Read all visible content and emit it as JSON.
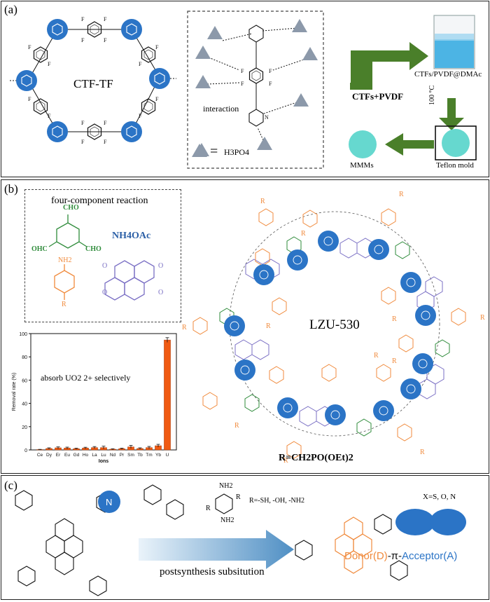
{
  "panels": {
    "a": {
      "label": "(a)",
      "ring_name": "CTF-TF",
      "interaction_label": "interaction",
      "legend_eq": "=",
      "legend_species": "H3PO4",
      "arrow1_label": "CTFs+PVDF",
      "beaker_label": "CTFs/PVDF@DMAc",
      "temp_label": "100 °C",
      "mold_label": "Teflon mold",
      "product_label": "MMMs"
    },
    "b": {
      "label": "(b)",
      "box_title": "four-component reaction",
      "reagent_cho": "CHO",
      "reagent_ohc": "OHC",
      "reagent_nh4oac": "NH4OAc",
      "reagent_nh2": "NH2",
      "reagent_r": "R",
      "ring_name": "LZU-530",
      "r_definition": "R=CH2PO(OEt)2",
      "chart_annotation": "absorb UO2 2+ selectively"
    },
    "c": {
      "label": "(c)",
      "substituent_note": "R=-SH, -OH, -NH2",
      "reagent_nh2": "NH2",
      "reagent_r": "R",
      "arrow_label": "postsynthesis subsitution",
      "x_note": "X=S, O, N",
      "donor": "Donor(D)",
      "pi": "-π-",
      "acceptor": "Acceptor(A)"
    }
  },
  "colors": {
    "blue_ring": "#2b74c6",
    "orange": "#f08a3c",
    "green": "#2e8b3a",
    "purple": "#7a6fc4",
    "arrow_green": "#4a7f2a",
    "bar": "#f05a12",
    "teal": "#66d8cf",
    "gray_triangle": "#8c99aa"
  },
  "chart_data": {
    "type": "bar",
    "title": "",
    "xlabel": "Ions",
    "ylabel": "Removal rate (%)",
    "ylim": [
      0,
      100
    ],
    "yticks": [
      0,
      20,
      40,
      60,
      80,
      100
    ],
    "categories": [
      "Ce",
      "Dy",
      "Er",
      "Eu",
      "Gd",
      "Ho",
      "La",
      "Lu",
      "Nd",
      "Pr",
      "Sm",
      "Tb",
      "Tm",
      "Yb",
      "U"
    ],
    "values": [
      0.3,
      1.2,
      1.8,
      1.6,
      1.0,
      1.6,
      2.0,
      2.0,
      0.6,
      1.0,
      2.6,
      1.2,
      2.0,
      3.6,
      94.5
    ],
    "errors": [
      0.2,
      0.6,
      0.8,
      0.8,
      0.5,
      0.7,
      0.9,
      1.2,
      0.4,
      0.5,
      1.3,
      0.6,
      1.0,
      1.2,
      2.0
    ]
  }
}
